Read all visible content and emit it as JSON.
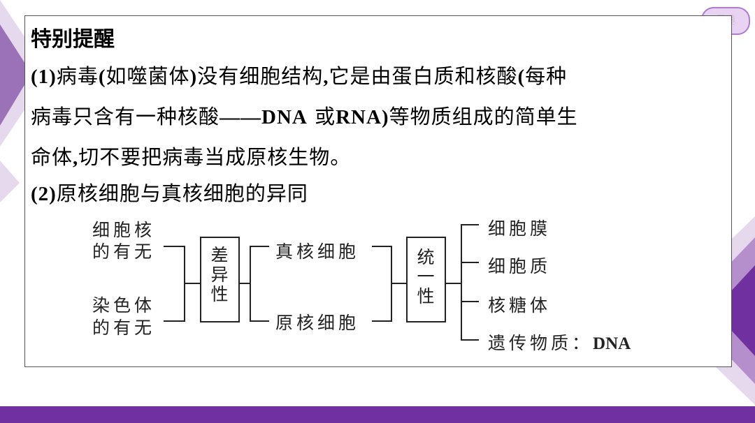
{
  "nav": {
    "label": "导航"
  },
  "heading": "特别提醒",
  "paragraph1": {
    "n": "(1)",
    "t1": "病毒",
    "p1": "(",
    "t2": "如噬菌体",
    "p2": ")",
    "t3": "没有细胞结构",
    "c1": ",",
    "t4": "它是由蛋白质和核酸",
    "p3": "(",
    "t5": "每种",
    "t6": "病毒只含有一种核酸",
    "dash_dna": "——DNA",
    "t7": " 或",
    "rna": "RNA)",
    "t8": "等物质组成的简单生",
    "t9": "命体",
    "c2": ",",
    "t10": "切不要把病毒当成原核生物。"
  },
  "paragraph2": {
    "n": "(2)",
    "t": "原核细胞与真核细胞的异同"
  },
  "diagram": {
    "left_items": [
      "细胞核",
      "的有无",
      "染色体",
      "的有无"
    ],
    "difference_box": [
      "差",
      "异",
      "性"
    ],
    "middle_items": [
      "真核细胞",
      "原核细胞"
    ],
    "unity_box": [
      "统",
      "一",
      "性"
    ],
    "right_items": [
      "细胞膜",
      "细胞质",
      "核糖体",
      "遗传物质："
    ],
    "dna": "DNA"
  }
}
